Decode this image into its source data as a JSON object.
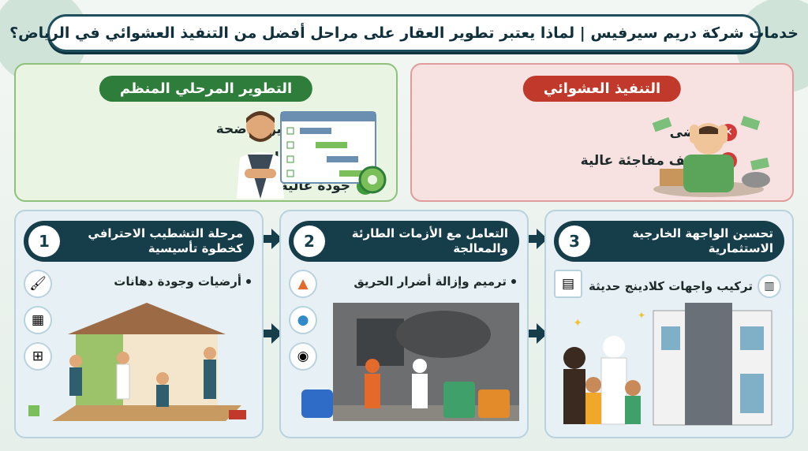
{
  "title": "خدمات شركة دريم سيرفيس | لماذا يعتبر تطوير العقار على مراحل أفضل من التنفيذ العشوائي في الرياض؟",
  "good_panel": {
    "heading": "التطوير المرحلي المنظم",
    "items": [
      "خارطة طريق واضحة",
      "تكاليف متوازنة",
      "جودة عالية"
    ]
  },
  "bad_panel": {
    "heading": "التنفيذ العشوائي",
    "items": [
      "فوضى",
      "تكاليف مفاجئة عالية"
    ]
  },
  "stages": [
    {
      "number": "1",
      "title": "مرحلة التشطيب الاحترافي كخطوة تأسيسية",
      "bullet": "أرضيات وجودة دهانات"
    },
    {
      "number": "2",
      "title": "التعامل مع الأزمات الطارئة والمعالجة",
      "bullet": "ترميم وإزالة أضرار الحريق"
    },
    {
      "number": "3",
      "title": "تحسين الواجهة الخارجية الاستثمارية",
      "bullet": "تركيب واجهات كلادينج حديثة"
    }
  ],
  "colors": {
    "primary": "#163d4a",
    "good": "#2e7d3a",
    "bad": "#c0392b"
  },
  "icons": {
    "stage1": [
      "paint-roller-icon",
      "floor-tile-icon",
      "window-icon"
    ],
    "stage2": [
      "fire-icon",
      "water-drop-icon",
      "gas-mask-icon"
    ],
    "stage3": [
      "cladding-panel-icon",
      "building-icon"
    ]
  }
}
